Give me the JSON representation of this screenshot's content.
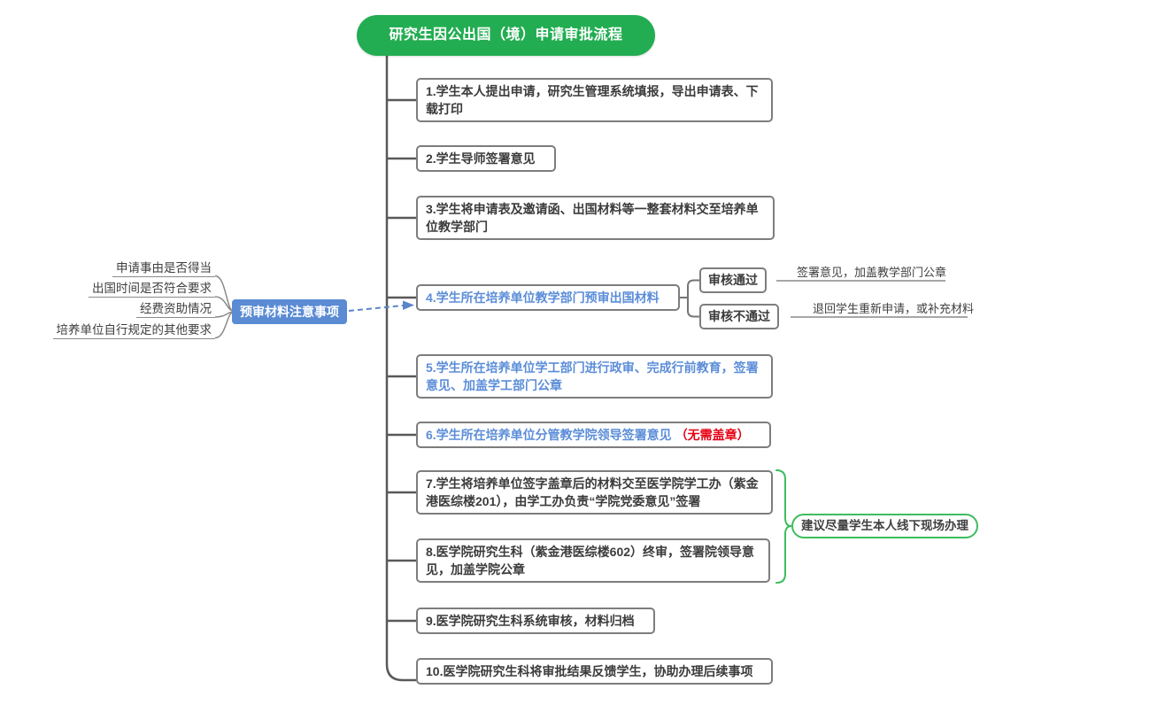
{
  "title": "研究生因公出国（境）申请审批流程",
  "steps": [
    "1.学生本人提出申请，研究生管理系统填报，导出申请表、下载打印",
    "2.学生导师签署意见",
    "3.学生将申请表及邀请函、出国材料等一整套材料交至培养单位教学部门",
    "4.学生所在培养单位教学部门预审出国材料",
    "5.学生所在培养单位学工部门进行政审、完成行前教育，签署意见、加盖学工部门公章",
    "6.学生所在培养单位分管教学院领导签署意见",
    "7.学生将培养单位签字盖章后的材料交至医学院学工办（紫金港医综楼201），由学工办负责“学院党委意见”签署",
    "8.医学院研究生科（紫金港医综楼602）终审，签署院领导意见，加盖学院公章",
    "9.医学院研究生科系统审核，材料归档",
    "10.医学院研究生科将审批结果反馈学生，协助办理后续事项"
  ],
  "step6_note": "（无需盖章）",
  "precheck": {
    "label": "预审材料注意事项",
    "items": [
      "申请事由是否得当",
      "出国时间是否符合要求",
      "经费资助情况",
      "培养单位自行规定的其他要求"
    ]
  },
  "review": {
    "pass_label": "审核通过",
    "pass_result": "签署意见，加盖教学部门公章",
    "fail_label": "审核不通过",
    "fail_result": "退回学生重新申请，或补充材料"
  },
  "advice": "建议尽量学生本人线下现场办理",
  "colors": {
    "title_bg": "#23ad52",
    "note_bg": "#5a8bd3",
    "blue_text": "#5b8dd8",
    "red_text": "#e60012",
    "green_accent": "#3dbd5e",
    "wire_dark": "#595959",
    "wire_grey": "#757575"
  }
}
